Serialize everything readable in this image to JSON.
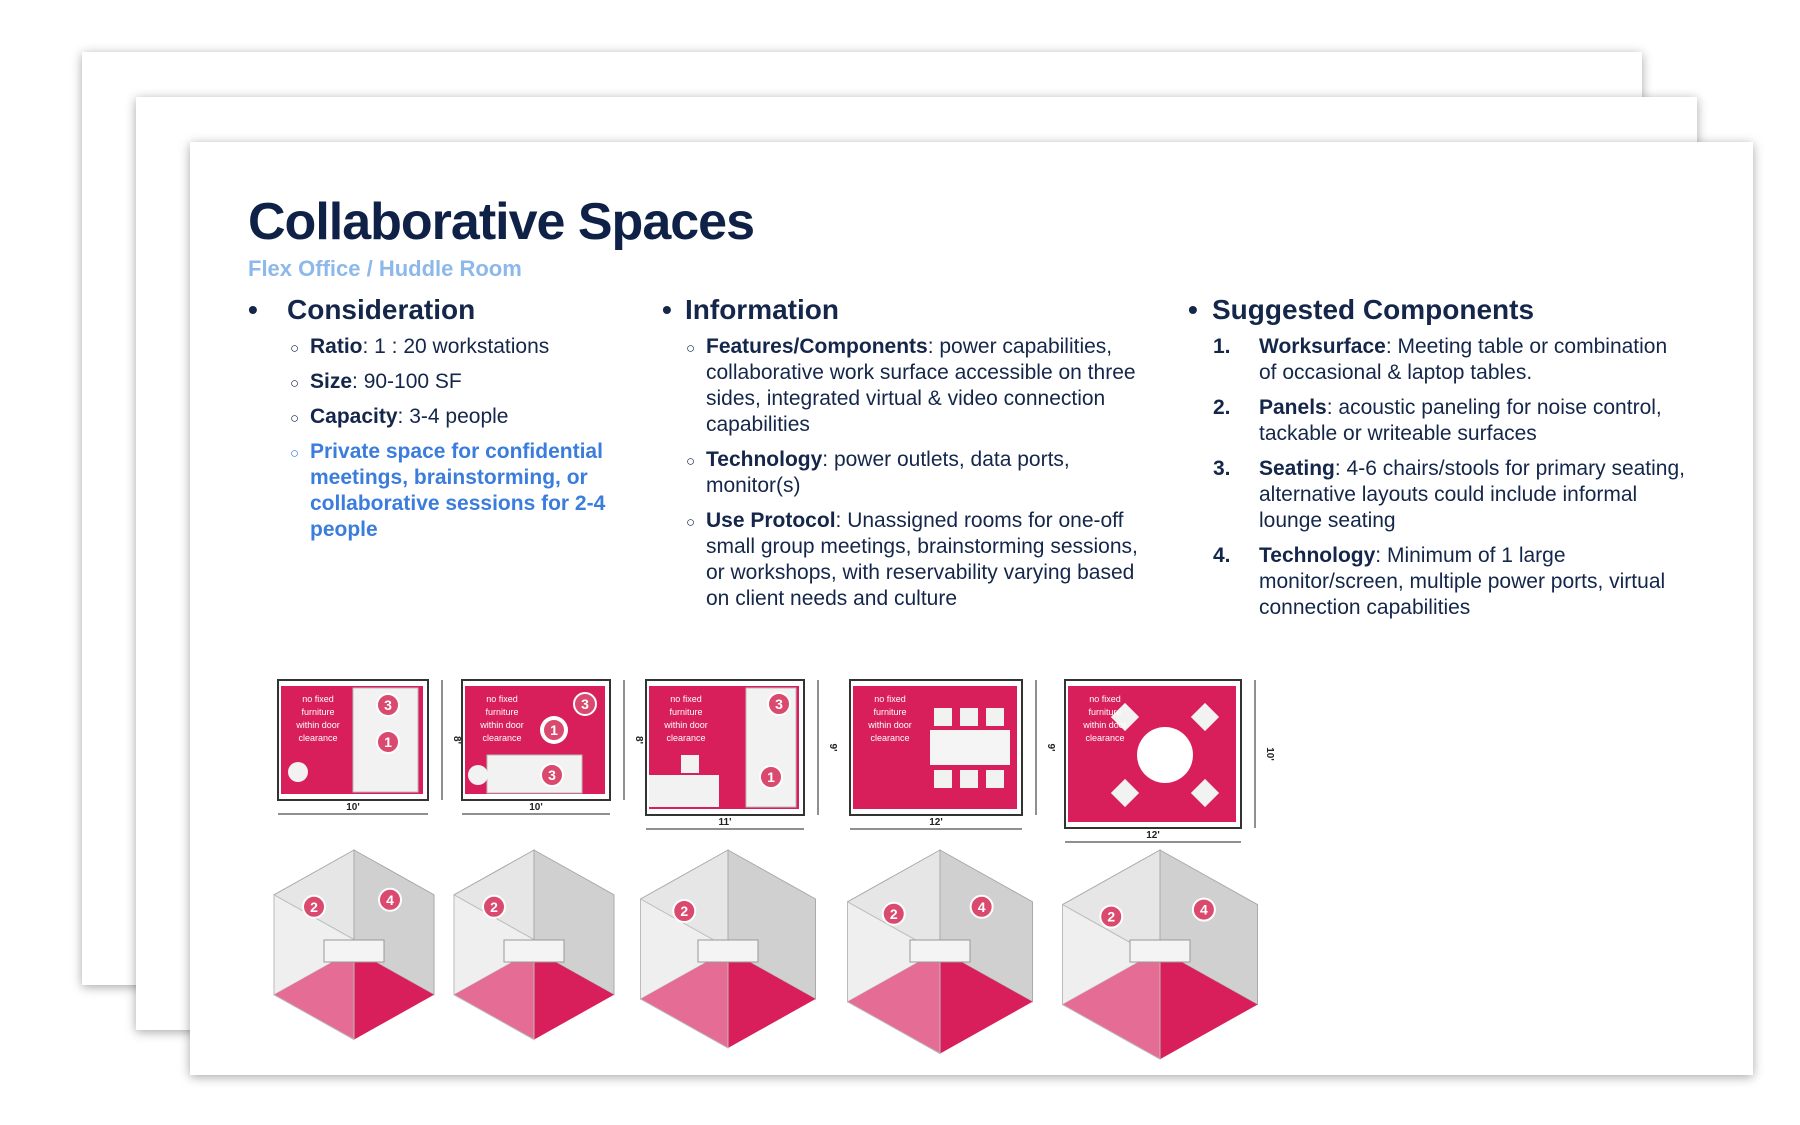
{
  "slide": {
    "title": "Collaborative Spaces",
    "subtitle": "Flex Office / Huddle Room",
    "columns": [
      {
        "heading": "Consideration",
        "items": [
          {
            "label": "Ratio",
            "text": ":  1 : 20 workstations"
          },
          {
            "label": "Size",
            "text": ":  90-100 SF"
          },
          {
            "label": "Capacity",
            "text": ":  3-4 people"
          },
          {
            "label": "",
            "text": "Private space for confidential meetings, brainstorming, or collaborative sessions for 2-4 people",
            "highlight": true
          }
        ]
      },
      {
        "heading": "Information",
        "items": [
          {
            "label": "Features/Components",
            "text": ": power capabilities, collaborative work surface accessible on three sides, integrated virtual & video connection capabilities"
          },
          {
            "label": "Technology",
            "text": ": power outlets, data ports, monitor(s)"
          },
          {
            "label": "Use Protocol",
            "text": ": Unassigned rooms for one-off small group meetings, brainstorming sessions, or workshops, with reservability varying based on client needs and culture"
          }
        ]
      },
      {
        "heading": "Suggested Components",
        "items": [
          {
            "num": "1.",
            "label": "Worksurface",
            "text": ": Meeting table or combination of occasional & laptop tables."
          },
          {
            "num": "2.",
            "label": "Panels",
            "text": ": acoustic paneling for noise control, tackable or writeable surfaces"
          },
          {
            "num": "3.",
            "label": "Seating",
            "text": ": 4-6 chairs/stools for primary seating, alternative layouts could include informal lounge seating"
          },
          {
            "num": "4.",
            "label": "Technology",
            "text": ":  Minimum of 1 large monitor/screen, multiple power ports, virtual connection capabilities"
          }
        ]
      }
    ]
  },
  "colors": {
    "navy": "#14264a",
    "accent_blue": "#3b7ddd",
    "subtitle_blue": "#8db8ea",
    "carpet_pink": "#d81e5b",
    "badge_pink": "#d94a6e"
  },
  "figures": {
    "plan_note": [
      "no fixed",
      "furniture",
      "within door",
      "clearance"
    ],
    "plans": [
      {
        "width": "10'",
        "depth": "8'",
        "badges": [
          "3",
          "1"
        ]
      },
      {
        "width": "10'",
        "depth": "8'",
        "badges": [
          "3",
          "1",
          "3"
        ]
      },
      {
        "width": "11'",
        "depth": "9'",
        "badges": [
          "3",
          "1"
        ]
      },
      {
        "width": "12'",
        "depth": "9'",
        "badges": []
      },
      {
        "width": "12'",
        "depth": "10'",
        "badges": []
      }
    ],
    "iso_rooms": [
      {
        "badges": [
          "2",
          "4"
        ]
      },
      {
        "badges": [
          "2"
        ]
      },
      {
        "badges": [
          "2"
        ]
      },
      {
        "badges": [
          "2",
          "4"
        ]
      },
      {
        "badges": [
          "2",
          "4"
        ]
      }
    ]
  }
}
